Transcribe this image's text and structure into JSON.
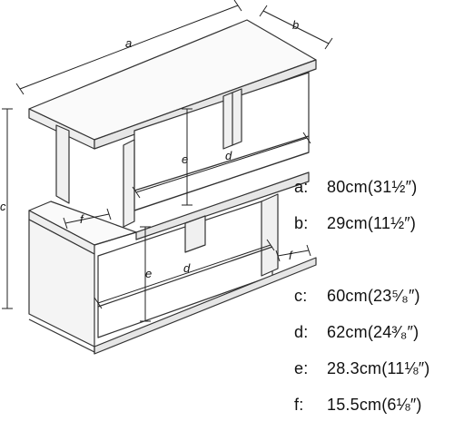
{
  "diagram": {
    "dimension_letters": {
      "a": "a",
      "b": "b",
      "c": "c",
      "d": "d",
      "e": "e",
      "f": "f"
    }
  },
  "specs": [
    {
      "key": "a:",
      "value": "80cm(31½″)"
    },
    {
      "key": "b:",
      "value": "29cm(11½″)"
    },
    {
      "key": "c:",
      "value": "60cm(23⁵⁄₈″)"
    },
    {
      "key": "d:",
      "value": "62cm(24³⁄₈″)"
    },
    {
      "key": "e:",
      "value": "28.3cm(11⅛″)"
    },
    {
      "key": "f:",
      "value": "15.5cm(6⅛″)"
    }
  ]
}
